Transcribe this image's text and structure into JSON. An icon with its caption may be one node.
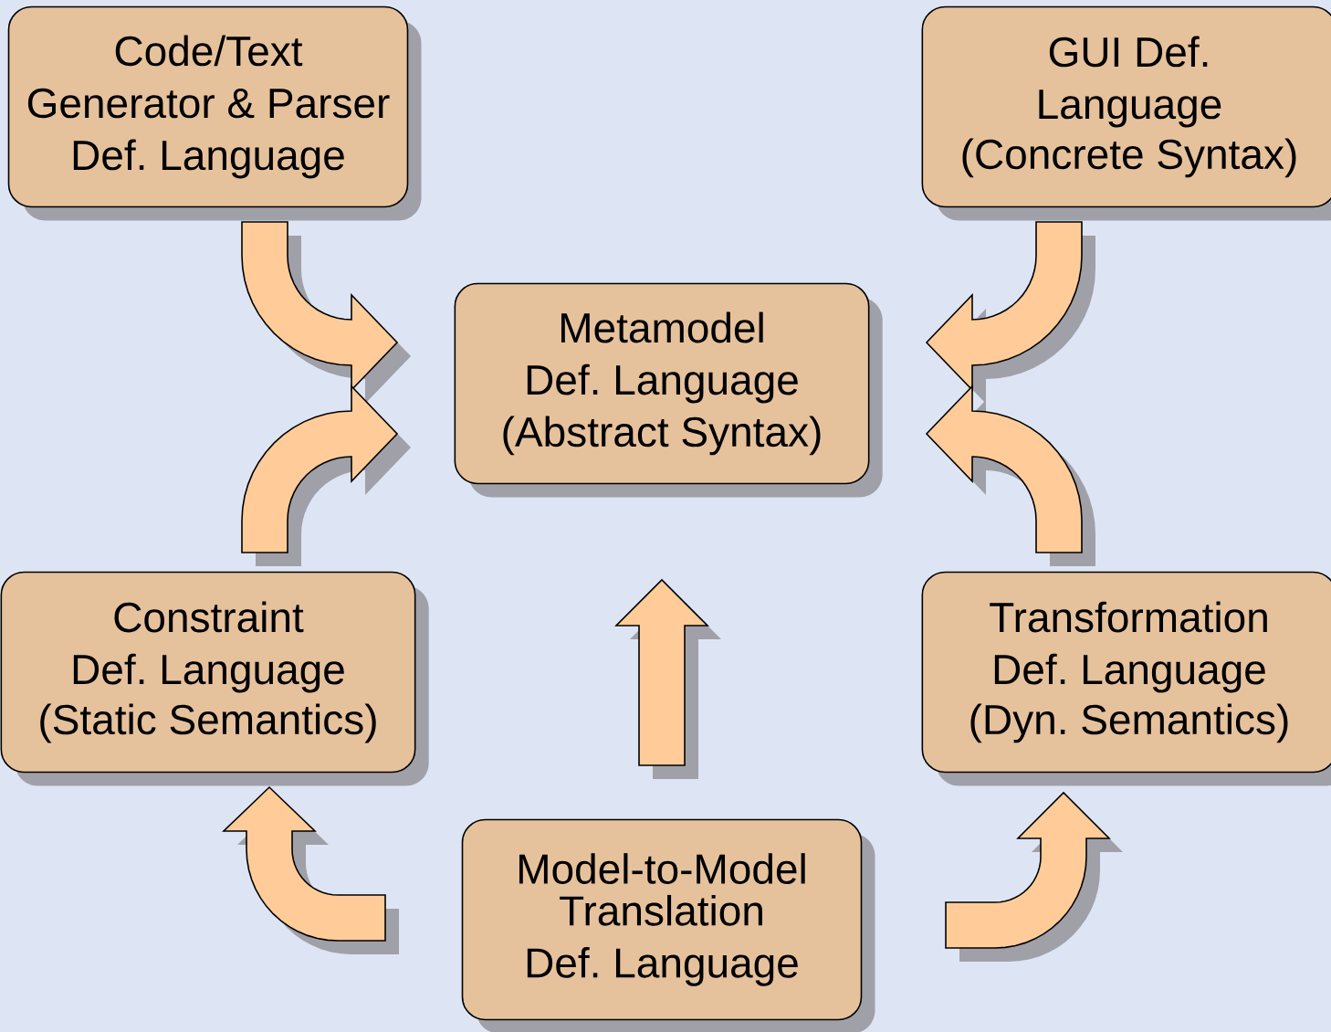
{
  "diagram": {
    "nodes": [
      {
        "text": [
          "Code/Text Generator & Parser Def. Language"
        ]
      },
      {
        "text": [
          "GUI Def. Language",
          "(Concrete Syntax)"
        ]
      },
      {
        "text": [
          "Metamodel Def. Language",
          "(Abstract Syntax)"
        ]
      },
      {
        "text": [
          "Constraint Def. Language",
          "(Static Semantics)"
        ]
      },
      {
        "text": [
          "Transformation Def. Language",
          "(Dyn. Semantics)"
        ]
      },
      {
        "text": [
          "Model-to-Model",
          "Translation Def. Language"
        ]
      }
    ],
    "edges": [
      {
        "from": 0,
        "to": 2,
        "arrow": "to"
      },
      {
        "from": 3,
        "to": 2,
        "arrow": "to"
      },
      {
        "from": 1,
        "to": 2,
        "arrow": "to"
      },
      {
        "from": 4,
        "to": 2,
        "arrow": "to"
      },
      {
        "from": 5,
        "to": 2,
        "arrow": "to"
      },
      {
        "from": 5,
        "to": 3,
        "arrow": "to"
      },
      {
        "from": 5,
        "to": 4,
        "arrow": "to"
      }
    ]
  }
}
